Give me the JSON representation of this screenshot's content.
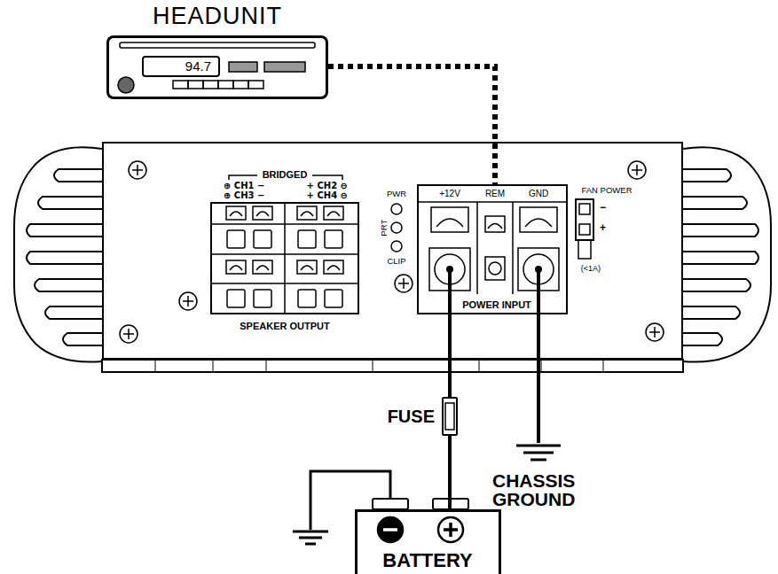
{
  "diagram": {
    "nodes": [
      {
        "text": [
          "HEADUNIT",
          "94.7"
        ]
      },
      {
        "text": [
          "PWR",
          "PRT",
          "CLIP"
        ]
      },
      {
        "text": [
          "BRIDGED",
          "⊕ CH1 −",
          "+ CH2 ⊖",
          "⊕ CH3 −",
          "+ CH4 ⊖",
          "SPEAKER OUTPUT"
        ],
        "in": 1
      },
      {
        "text": [
          "+12V",
          "REM",
          "GND",
          "POWER INPUT"
        ],
        "in": 1
      },
      {
        "text": [
          "FAN POWER",
          "−",
          "+",
          "(<1A)"
        ],
        "in": 1
      },
      {
        "text": [
          "FUSE"
        ]
      },
      {
        "text": [
          "BATTERY"
        ]
      }
    ],
    "edges": [
      {
        "from": 0,
        "to": 3,
        "arrow": "none"
      },
      {
        "from": 3,
        "to": 5,
        "arrow": "none"
      },
      {
        "from": 5,
        "to": 6,
        "arrow": "none"
      }
    ],
    "labels": [
      "CHASSIS GROUND"
    ]
  }
}
